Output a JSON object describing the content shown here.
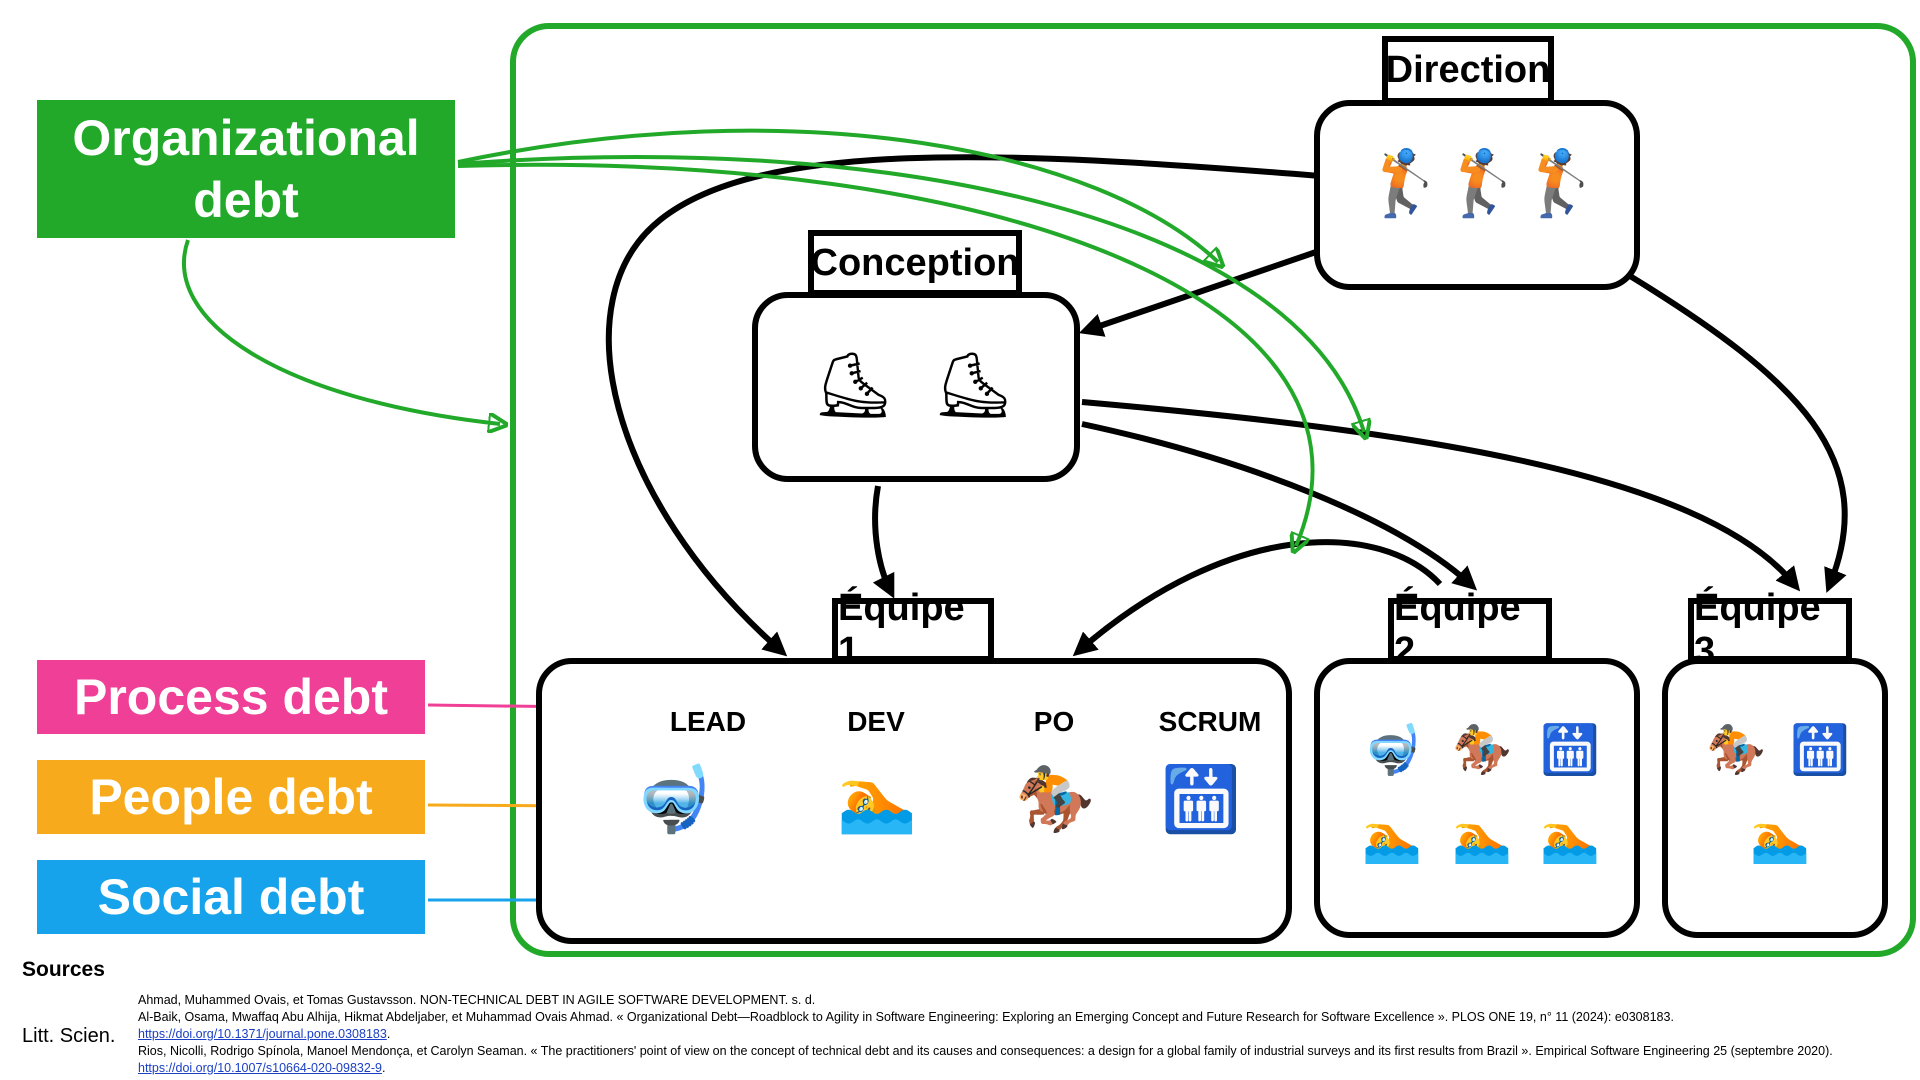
{
  "debts": {
    "organizational": "Organizational debt",
    "process": "Process debt",
    "people": "People debt",
    "social": "Social debt"
  },
  "groups": {
    "direction": "Direction",
    "conception": "Conception",
    "team1": "Équipe  1",
    "team2": "Équipe  2",
    "team3": "Équipe  3"
  },
  "roles": [
    "LEAD",
    "DEV",
    "PO",
    "SCRUM"
  ],
  "icons": {
    "direction": [
      "golfer-icon",
      "golfer-icon",
      "golfer-icon"
    ],
    "conception": [
      "skater-icon",
      "skater-icon"
    ],
    "team1": [
      "scuba-diver-icon",
      "swimmer-icon",
      "horse-rider-icon",
      "escalator-icon"
    ],
    "team2": [
      "scuba-diver-icon",
      "horse-rider-icon",
      "escalator-icon",
      "swimmer-icon",
      "swimmer-icon",
      "swimmer-icon"
    ],
    "team3": [
      "horse-rider-icon",
      "escalator-icon",
      "swimmer-icon"
    ]
  },
  "colors": {
    "organizational": "#22a92a",
    "process": "#ef3f97",
    "people": "#f7aa1c",
    "social": "#16a3ec",
    "frame": "#22a92a"
  },
  "sources": {
    "title": "Sources",
    "side_label": "Litt. Scien.",
    "refs": [
      {
        "text": "Ahmad, Muhammed Ovais, et Tomas Gustavsson. NON-TECHNICAL DEBT IN AGILE SOFTWARE DEVELOPMENT. s. d.",
        "link": ""
      },
      {
        "text": "Al-Baik, Osama, Mwaffaq Abu Alhija, Hikmat Abdeljaber, et Muhammad Ovais Ahmad. « Organizational Debt—Roadblock to Agility in Software Engineering: Exploring an Emerging Concept and Future Research for Software Excellence ». PLOS ONE 19, n° 11 (2024): e0308183.",
        "link": "https://doi.org/10.1371/journal.pone.0308183"
      },
      {
        "text": "Rios, Nicolli, Rodrigo Spínola, Manoel Mendonça, et Carolyn Seaman. « The practitioners' point of view on the concept of technical debt and its causes and consequences: a design for a global family of industrial surveys and its first results from Brazil ». Empirical Software Engineering 25 (septembre 2020).",
        "link": "https://doi.org/10.1007/s10664-020-09832-9"
      }
    ]
  }
}
